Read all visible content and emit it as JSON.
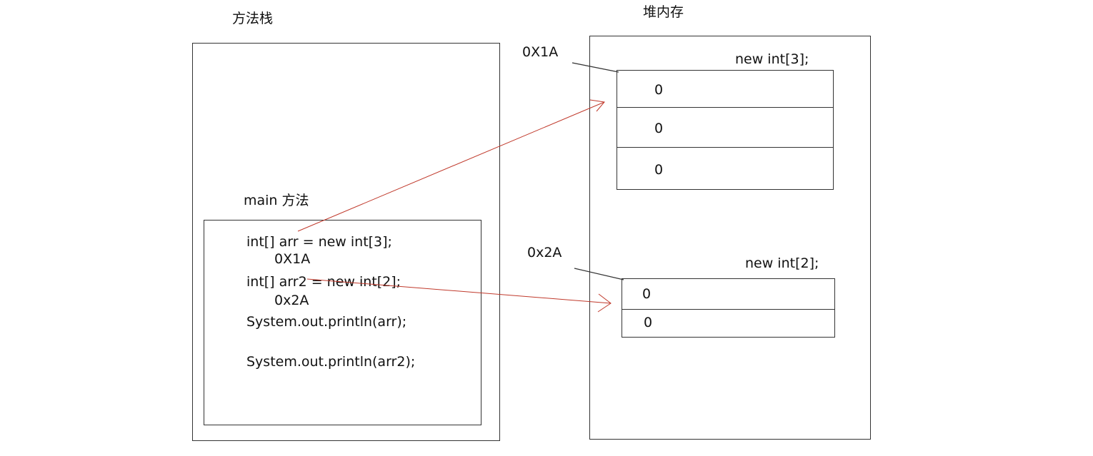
{
  "stack": {
    "title": "方法栈",
    "main_title": "main 方法",
    "code_lines": [
      "int[] arr = new int[3];",
      "0X1A",
      "int[] arr2 = new int[2];",
      "0x2A",
      "System.out.println(arr);",
      "System.out.println(arr2);"
    ]
  },
  "heap": {
    "title": "堆内存",
    "array1": {
      "address": "0X1A",
      "label": "new int[3];",
      "values": [
        "0",
        "0",
        "0"
      ]
    },
    "array2": {
      "address": "0x2A",
      "label": "new int[2];",
      "values": [
        "0",
        "0"
      ]
    }
  },
  "colors": {
    "arrow": "#c0392b",
    "line": "#333333"
  }
}
